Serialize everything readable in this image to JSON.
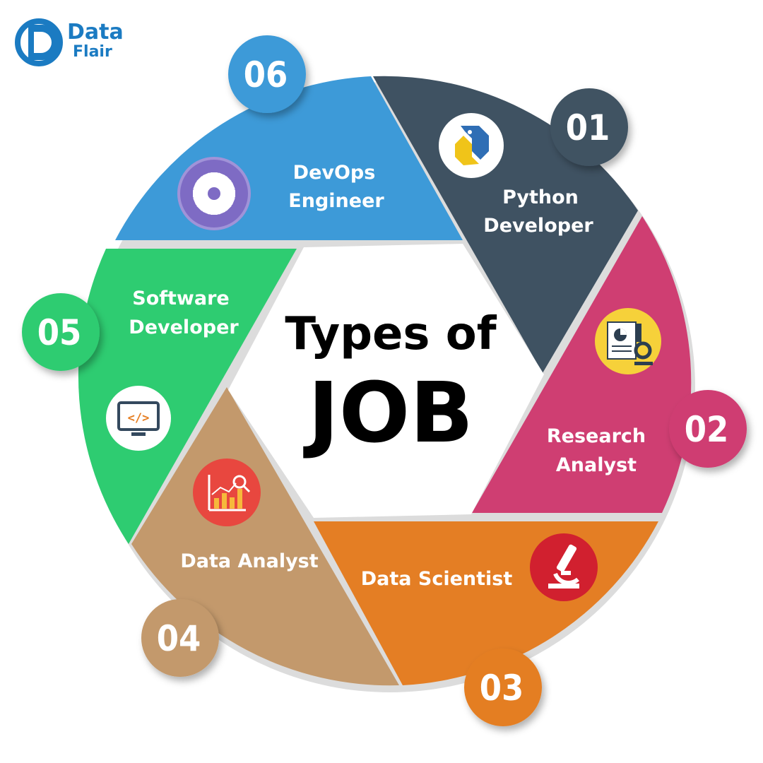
{
  "brand": {
    "line1": "Data",
    "line2": "Flair"
  },
  "title": {
    "line1": "Types of",
    "line2": "JOB"
  },
  "colors": {
    "python": "#3f5262",
    "research": "#cf3e72",
    "scientist": "#e47e24",
    "analyst": "#c3996c",
    "software": "#2ecc71",
    "devops": "#3d9ad8",
    "logo": "#1b7bc2"
  },
  "segments": [
    {
      "number": "01",
      "lines": [
        "Python",
        "Developer"
      ],
      "icon": "python-logo-icon"
    },
    {
      "number": "02",
      "lines": [
        "Research",
        "Analyst"
      ],
      "icon": "research-report-icon"
    },
    {
      "number": "03",
      "lines": [
        "Data Scientist"
      ],
      "icon": "microscope-icon"
    },
    {
      "number": "04",
      "lines": [
        "Data Analyst"
      ],
      "icon": "bar-chart-magnifier-icon"
    },
    {
      "number": "05",
      "lines": [
        "Software",
        "Developer"
      ],
      "icon": "code-monitor-icon"
    },
    {
      "number": "06",
      "lines": [
        "DevOps",
        "Engineer"
      ],
      "icon": "gear-icon"
    }
  ]
}
